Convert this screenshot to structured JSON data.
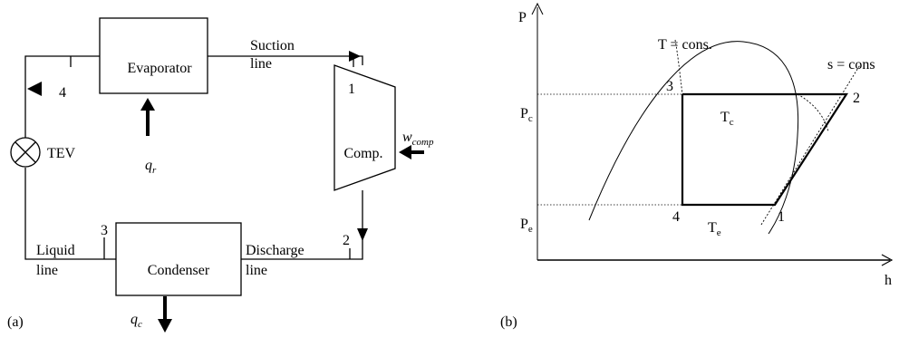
{
  "panel_a": {
    "caption": "(a)",
    "evaporator": "Evaporator",
    "condenser": "Condenser",
    "compressor": "Comp.",
    "tev": "TEV",
    "suction_line": [
      "Suction",
      "line"
    ],
    "discharge_line": [
      "Discharge",
      "line"
    ],
    "liquid_line": [
      "Liquid",
      "line"
    ],
    "state_1": "1",
    "state_2": "2",
    "state_3": "3",
    "state_4": "4",
    "q_r": {
      "main": "q",
      "sub": "r"
    },
    "q_c": {
      "main": "q",
      "sub": "c"
    },
    "w_comp": {
      "main": "w",
      "sub": "comp"
    }
  },
  "panel_b": {
    "caption": "(b)",
    "y_axis": "P",
    "x_axis": "h",
    "p_c": {
      "main": "P",
      "sub": "c"
    },
    "p_e": {
      "main": "P",
      "sub": "e"
    },
    "t_c": {
      "main": "T",
      "sub": "c"
    },
    "t_e": {
      "main": "T",
      "sub": "e"
    },
    "t_const": "T = cons.",
    "s_const": "s = cons",
    "state_1": "1",
    "state_2": "2",
    "state_3": "3",
    "state_4": "4"
  }
}
